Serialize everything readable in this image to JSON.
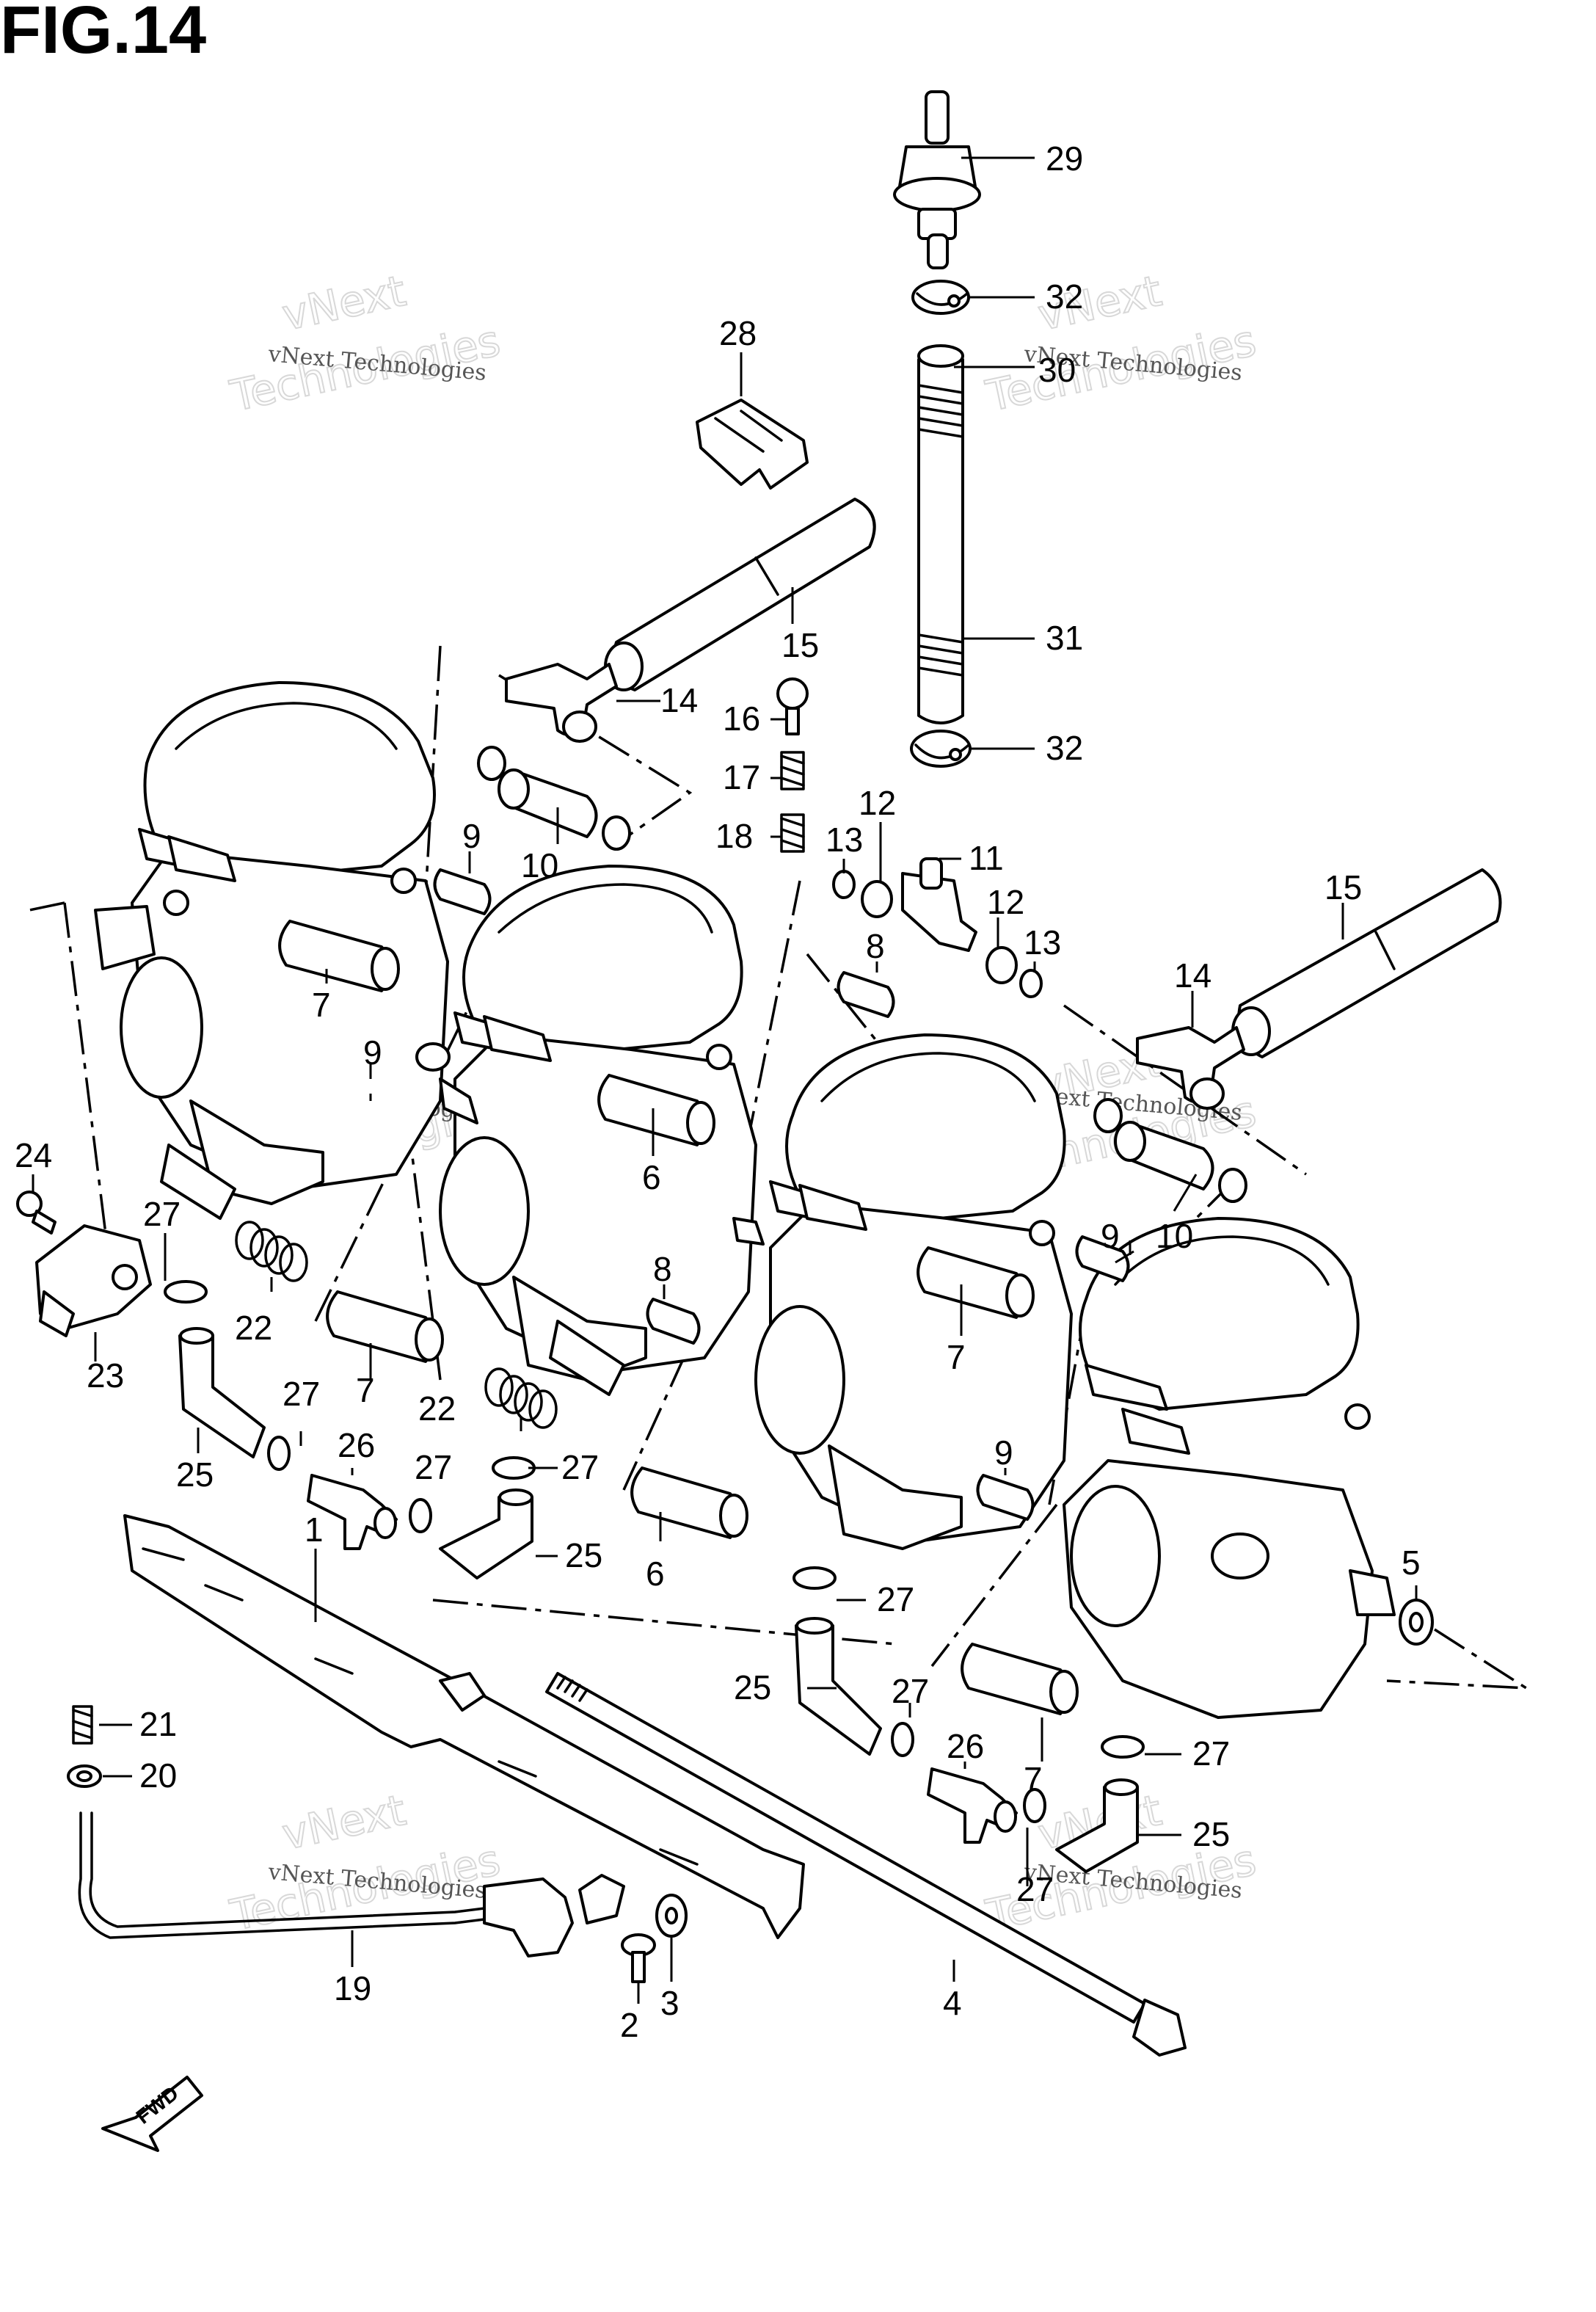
{
  "figure": {
    "title": "FIG.14"
  },
  "watermark": {
    "brand_top": "vNext",
    "brand_bottom": "Technologies",
    "line": "vNext Technologies"
  },
  "fwd_label": "FWD",
  "callouts": {
    "c1": "1",
    "c2": "2",
    "c3": "3",
    "c4": "4",
    "c5": "5",
    "c6": "6",
    "c7": "7",
    "c8": "8",
    "c9": "9",
    "c10": "10",
    "c11": "11",
    "c12": "12",
    "c13": "13",
    "c14": "14",
    "c15": "15",
    "c16": "16",
    "c17": "17",
    "c18": "18",
    "c19": "19",
    "c20": "20",
    "c21": "21",
    "c22": "22",
    "c23": "23",
    "c24": "24",
    "c25": "25",
    "c26": "26",
    "c27": "27",
    "c28": "28",
    "c29": "29",
    "c30": "30",
    "c31": "31",
    "c32": "32"
  }
}
